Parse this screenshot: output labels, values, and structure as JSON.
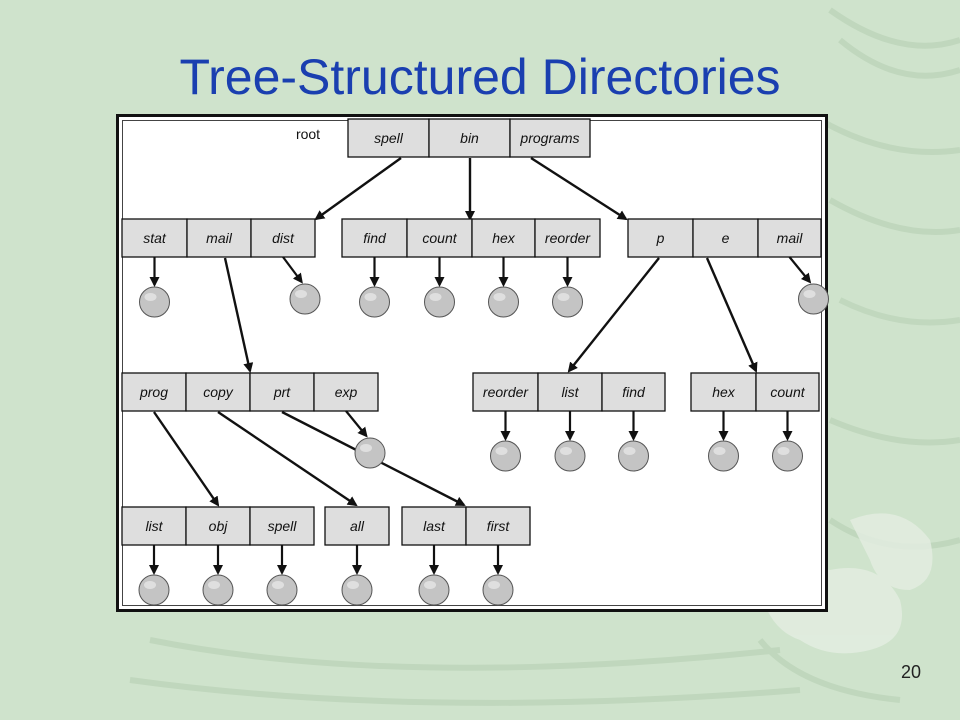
{
  "slide": {
    "title": "Tree-Structured Directories",
    "page_number": "20"
  },
  "colors": {
    "background": "#cfe3cc",
    "title": "#1a3fb0",
    "entry_fill": "#dedede",
    "file_fill": "#c4c4c4"
  },
  "diagram": {
    "root_label": "root",
    "directories": [
      {
        "id": "root",
        "entries": [
          "spell",
          "bin",
          "programs"
        ]
      },
      {
        "id": "spell",
        "entries": [
          "stat",
          "mail",
          "dist"
        ]
      },
      {
        "id": "bin",
        "entries": [
          "find",
          "count",
          "hex",
          "reorder"
        ]
      },
      {
        "id": "programs",
        "entries": [
          "p",
          "e",
          "mail"
        ]
      },
      {
        "id": "mail",
        "entries": [
          "prog",
          "copy",
          "prt",
          "exp"
        ]
      },
      {
        "id": "p",
        "entries": [
          "reorder",
          "list",
          "find"
        ]
      },
      {
        "id": "e",
        "entries": [
          "hex",
          "count"
        ]
      },
      {
        "id": "prog",
        "entries": [
          "list",
          "obj",
          "spell"
        ]
      },
      {
        "id": "copy",
        "entries": [
          "all"
        ]
      },
      {
        "id": "prt",
        "entries": [
          "last",
          "first"
        ]
      }
    ],
    "links": [
      {
        "from": "root.spell",
        "to": "spell"
      },
      {
        "from": "root.bin",
        "to": "bin"
      },
      {
        "from": "root.programs",
        "to": "programs"
      },
      {
        "from": "spell.mail",
        "to": "mail"
      },
      {
        "from": "programs.p",
        "to": "p"
      },
      {
        "from": "programs.e",
        "to": "e"
      },
      {
        "from": "mail.prog",
        "to": "prog"
      },
      {
        "from": "mail.copy",
        "to": "copy"
      },
      {
        "from": "mail.prt",
        "to": "prt"
      }
    ],
    "files": [
      "spell.stat",
      "spell.dist",
      "bin.find",
      "bin.count",
      "bin.hex",
      "bin.reorder",
      "programs.mail",
      "mail.exp",
      "p.reorder",
      "p.list",
      "p.find",
      "e.hex",
      "e.count",
      "prog.list",
      "prog.obj",
      "prog.spell",
      "copy.all",
      "prt.last",
      "prt.first"
    ]
  }
}
